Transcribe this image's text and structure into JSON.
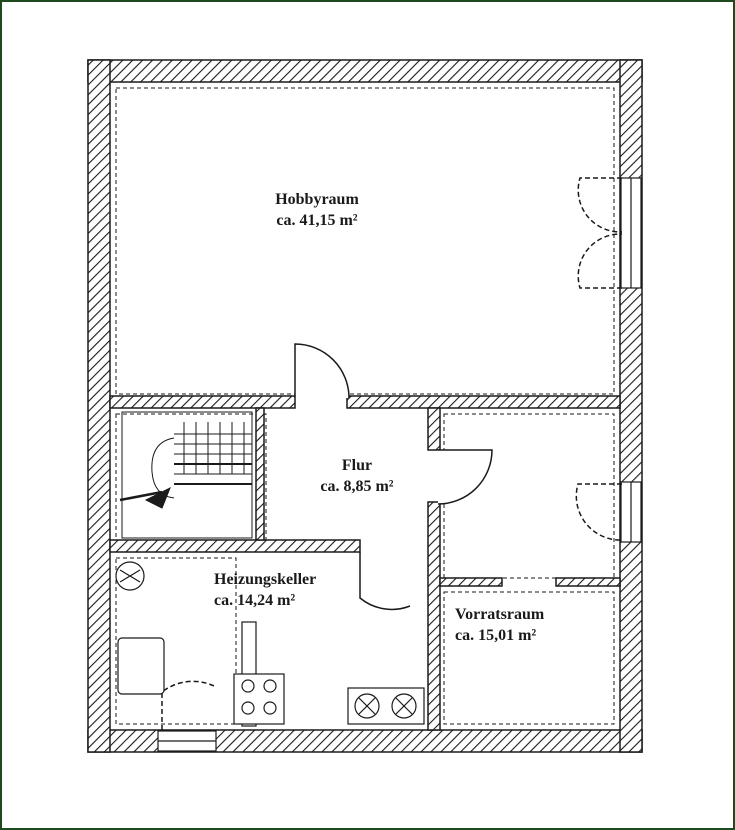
{
  "frame_color": "#1e4a1e",
  "ink_color": "#1a1a1a",
  "rooms": [
    {
      "id": "hobbyraum",
      "name": "Hobbyraum",
      "area": "ca. 41,15 m²"
    },
    {
      "id": "flur",
      "name": "Flur",
      "area": "ca. 8,85 m²"
    },
    {
      "id": "heizungskeller",
      "name": "Heizungskeller",
      "area": "ca. 14,24 m²"
    },
    {
      "id": "vorratsraum",
      "name": "Vorratsraum",
      "area": "ca. 15,01 m²"
    }
  ]
}
